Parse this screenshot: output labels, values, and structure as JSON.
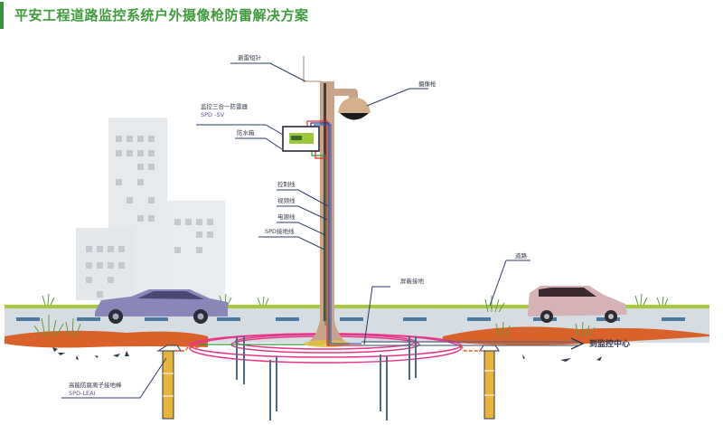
{
  "title": "平安工程道路监控系统户外摄像枪防雷解决方案",
  "labels": {
    "lightning_rod": "避雷短针",
    "camera": "摄像枪",
    "spd_device_name": "监控三合一防雷器",
    "spd_device_model": "SPD -SV",
    "waterproof_box": "防水箱",
    "control_line": "控制线",
    "video_line": "视频线",
    "power_line": "电源线",
    "spd_ground_line": "SPD接地线",
    "shield_ground": "屏蔽接地",
    "road": "道路",
    "to_center": "到监控中心",
    "ground_rod_name": "高能防腐离子接地棒",
    "ground_rod_model": "SPD-LEAI"
  },
  "colors": {
    "title_green": "#3e9b3a",
    "ground_ring": "#e8338a",
    "road_surface": "#d5dde2",
    "road_edge": "#a6c83a",
    "soil": "#d9622a",
    "pole": "#c9a488",
    "wire_red": "#e02a2a",
    "wire_blue": "#2a5fc8",
    "wire_green": "#2f9a3a",
    "wire_navy": "#263a8a",
    "ground_rod": "#e8b53a"
  }
}
